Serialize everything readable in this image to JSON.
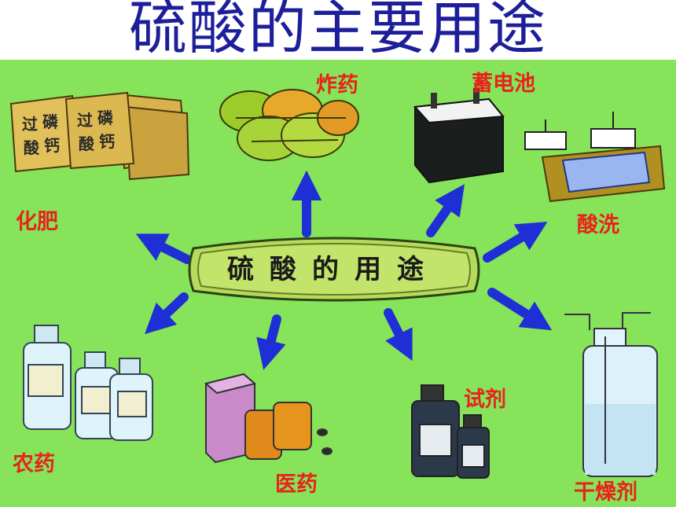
{
  "title": "硫酸的主要用途",
  "center": "硫酸的用途",
  "labels": {
    "fertilizer": "化肥",
    "explosive": "炸药",
    "battery": "蓄电池",
    "pickling": "酸洗",
    "pesticide": "农药",
    "medicine": "医药",
    "reagent": "试剂",
    "desiccant": "干燥剂"
  },
  "bag_text": [
    "过",
    "磷",
    "酸",
    "钙"
  ],
  "colors": {
    "title": "#1d1f9a",
    "background": "#86e35a",
    "label": "#e8231c",
    "arrow": "#1e2fd6"
  }
}
